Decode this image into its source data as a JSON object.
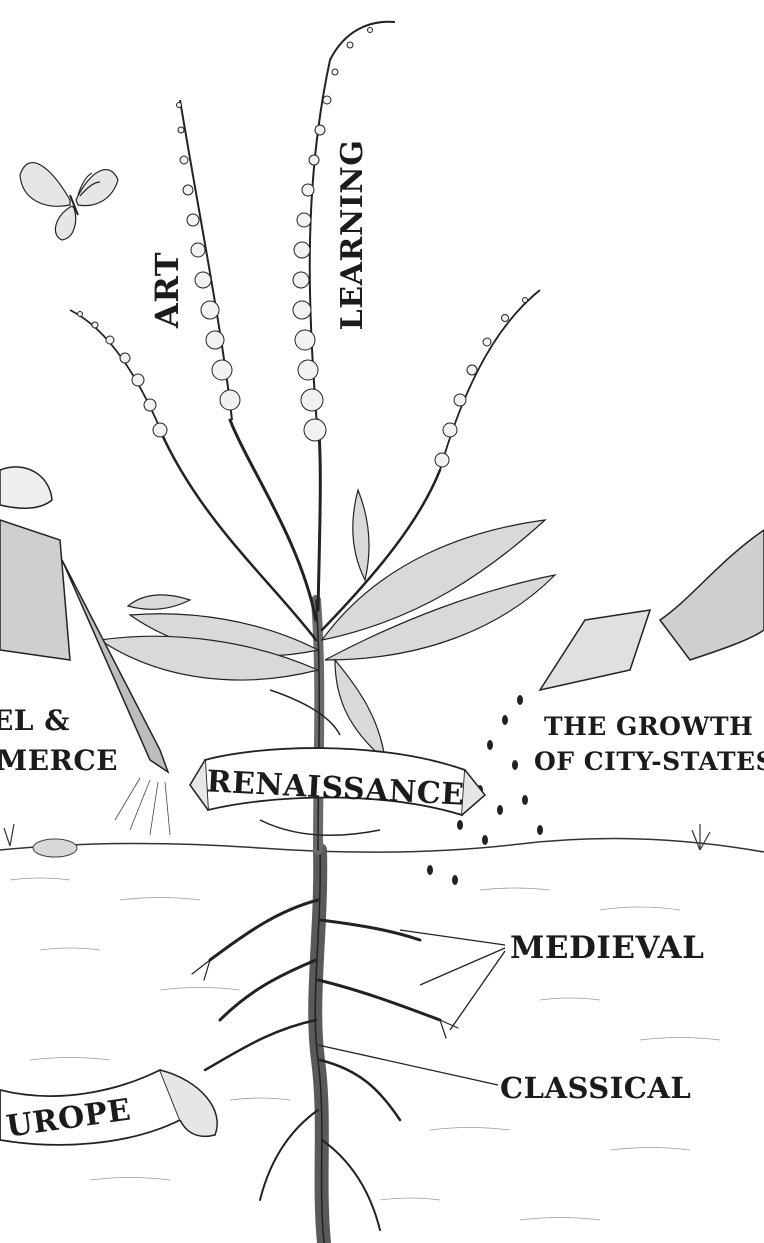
{
  "diagram": {
    "branches": [
      {
        "id": "art",
        "label": "ART"
      },
      {
        "id": "learning",
        "label": "LEARNING"
      }
    ],
    "trunk_label": "RENAISSANCE",
    "left_input": "TRAVEL &\nCOMMERCE",
    "left_visible": [
      "EL &",
      "MERCE"
    ],
    "right_input": [
      "THE GROWTH",
      "OF CITY-STATES"
    ],
    "roots": [
      {
        "id": "medieval",
        "label": "MEDIEVAL"
      },
      {
        "id": "classical",
        "label": "CLASSICAL"
      }
    ],
    "soil_banner": "UROPE"
  },
  "colors": {
    "ink": "#1b1b1b",
    "paper": "#ffffff",
    "shade": "#8a8a8a",
    "soil": "#cfcfcf"
  }
}
